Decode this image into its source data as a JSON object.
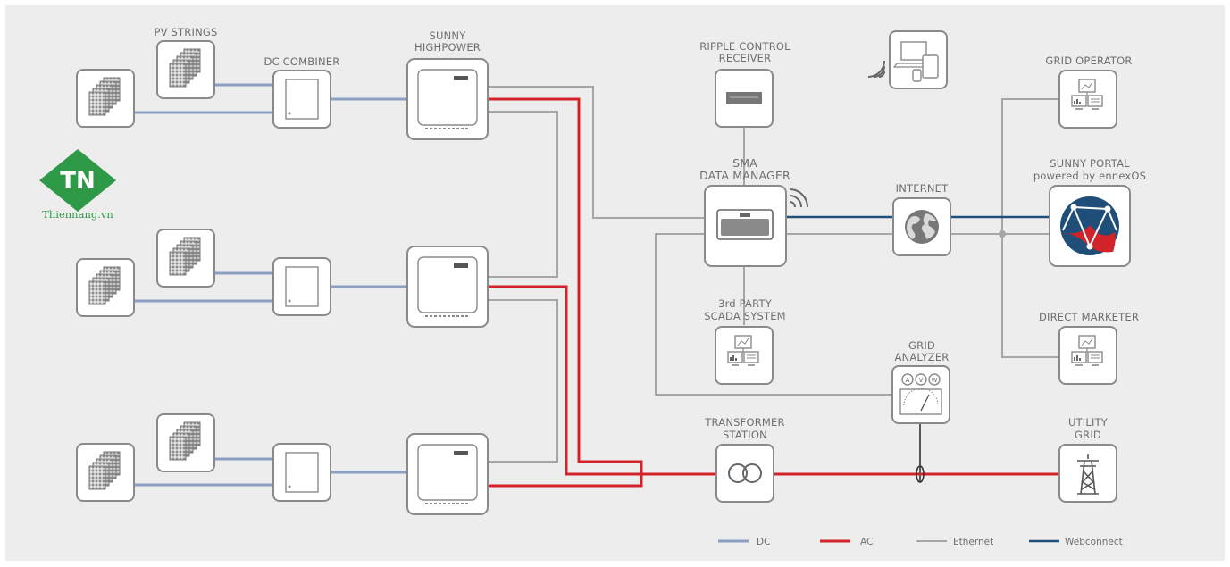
{
  "labels": {
    "pv_strings": "PV STRINGS",
    "dc_combiner": "DC COMBINER",
    "sunny_highpower_1": "SUNNY",
    "sunny_highpower_2": "HIGHPOWER",
    "ripple_1": "RIPPLE CONTROL",
    "ripple_2": "RECEIVER",
    "data_manager_1": "SMA",
    "data_manager_2": "DATA MANAGER",
    "scada_1": "3rd PARTY",
    "scada_2": "SCADA SYSTEM",
    "internet": "INTERNET",
    "grid_analyzer_1": "GRID",
    "grid_analyzer_2": "ANALYZER",
    "transformer_1": "TRANSFORMER",
    "transformer_2": "STATION",
    "grid_operator": "GRID OPERATOR",
    "portal_1": "SUNNY PORTAL",
    "portal_2": "powered by ennexOS",
    "direct_marketer": "DIRECT MARKETER",
    "utility_1": "UTILITY",
    "utility_2": "GRID",
    "meter_a": "A",
    "meter_v": "V",
    "meter_w": "W"
  },
  "logo": {
    "text": "Thiennang.vn",
    "mark": "TN"
  },
  "legend": [
    {
      "label": "DC",
      "color": "#8aa0c2"
    },
    {
      "label": "AC",
      "color": "#d2232a"
    },
    {
      "label": "Ethernet",
      "color": "#a6a6a6"
    },
    {
      "label": "Webconnect",
      "color": "#1f4e79"
    }
  ],
  "colors": {
    "background": "#ededed",
    "dc": "#8aa0c2",
    "ac": "#d2232a",
    "ethernet": "#a6a6a6",
    "webconnect": "#1f4e79",
    "box_stroke": "#8a8a8a"
  }
}
